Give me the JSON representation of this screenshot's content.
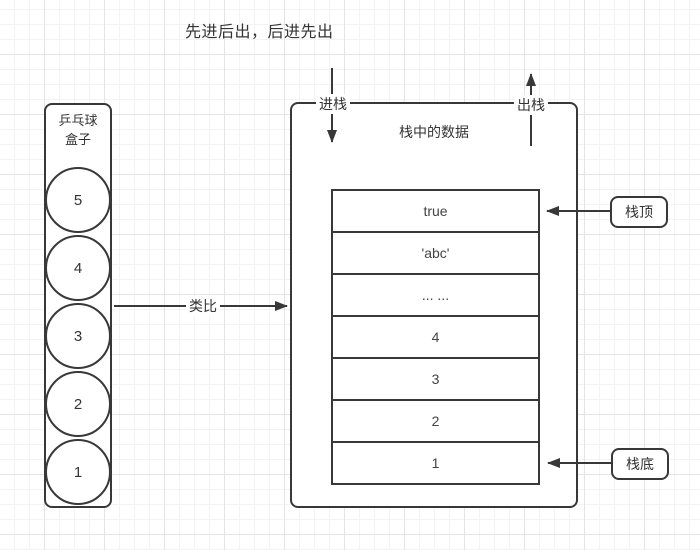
{
  "title": "先进后出，后进先出",
  "pingpong": {
    "box_label": "乒乓球\n盒子",
    "balls": [
      "5",
      "4",
      "3",
      "2",
      "1"
    ]
  },
  "analogy_label": "类比",
  "stack": {
    "title": "栈中的数据",
    "push_label": "进栈",
    "pop_label": "出栈",
    "cells": [
      "true",
      "'abc'",
      "... ...",
      "4",
      "3",
      "2",
      "1"
    ]
  },
  "annotations": {
    "top_label": "栈顶",
    "bottom_label": "栈底"
  },
  "colors": {
    "stroke": "#383838",
    "text": "#333333",
    "grid_minor": "#f3f3f3",
    "grid_major": "#e4e4e4",
    "background": "#ffffff"
  }
}
